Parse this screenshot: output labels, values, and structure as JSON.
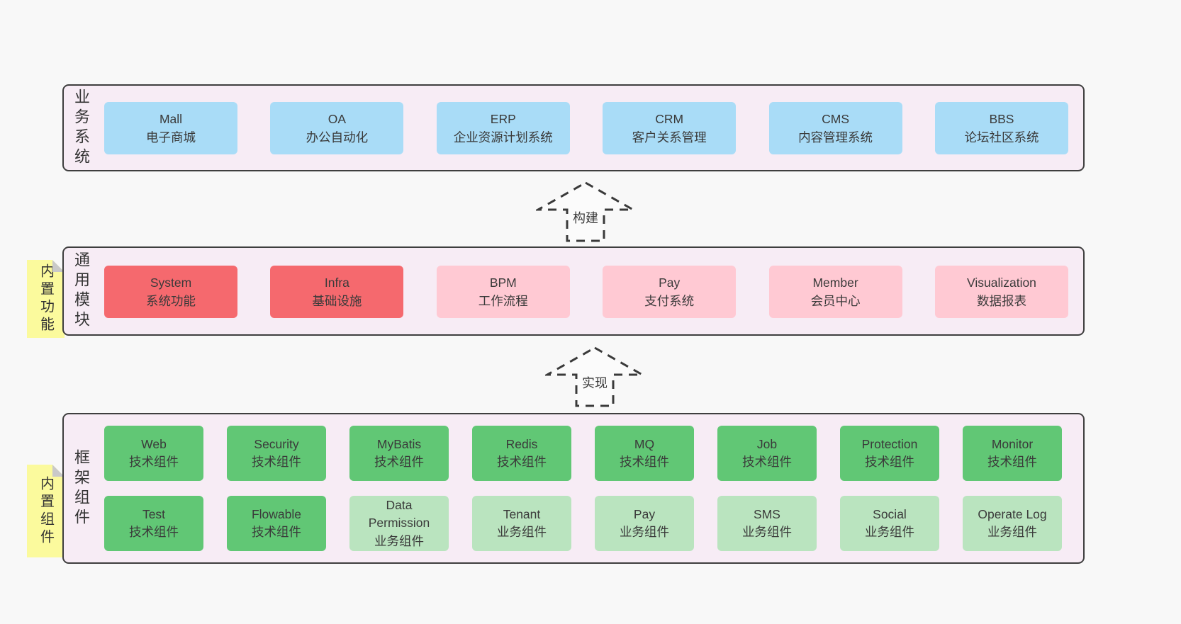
{
  "colors": {
    "page_bg": "#f8f8f8",
    "panel_bg": "#f7ecf5",
    "panel_border": "#3e3e3e",
    "box_blue": "#a9dcf7",
    "box_red": "#f5696e",
    "box_pink": "#ffc9d3",
    "box_green": "#61c775",
    "box_green_light": "#bae4bf",
    "note_yellow": "#fbfa9d",
    "note_fold_gray": "#c9c9c9",
    "text": "#383838"
  },
  "arrows": [
    {
      "label": "构建"
    },
    {
      "label": "实现"
    }
  ],
  "layers": [
    {
      "id": "business-systems",
      "label": "业务系统",
      "boxes": [
        {
          "name": "Mall",
          "desc": "电子商城"
        },
        {
          "name": "OA",
          "desc": "办公自动化"
        },
        {
          "name": "ERP",
          "desc": "企业资源计划系统"
        },
        {
          "name": "CRM",
          "desc": "客户关系管理"
        },
        {
          "name": "CMS",
          "desc": "内容管理系统"
        },
        {
          "name": "BBS",
          "desc": "论坛社区系统"
        }
      ]
    },
    {
      "id": "common-modules",
      "label": "通用模块",
      "note": "内置功能",
      "boxes": [
        {
          "name": "System",
          "desc": "系统功能"
        },
        {
          "name": "Infra",
          "desc": "基础设施"
        },
        {
          "name": "BPM",
          "desc": "工作流程"
        },
        {
          "name": "Pay",
          "desc": "支付系统"
        },
        {
          "name": "Member",
          "desc": "会员中心"
        },
        {
          "name": "Visualization",
          "desc": "数据报表"
        }
      ]
    },
    {
      "id": "framework-components",
      "label": "框架组件",
      "note": "内置组件",
      "rows": [
        [
          {
            "name": "Web",
            "desc": "技术组件"
          },
          {
            "name": "Security",
            "desc": "技术组件"
          },
          {
            "name": "MyBatis",
            "desc": "技术组件"
          },
          {
            "name": "Redis",
            "desc": "技术组件"
          },
          {
            "name": "MQ",
            "desc": "技术组件"
          },
          {
            "name": "Job",
            "desc": "技术组件"
          },
          {
            "name": "Protection",
            "desc": "技术组件"
          },
          {
            "name": "Monitor",
            "desc": "技术组件"
          }
        ],
        [
          {
            "name": "Test",
            "desc": "技术组件"
          },
          {
            "name": "Flowable",
            "desc": "技术组件"
          },
          {
            "name": "Data Permission",
            "desc": "业务组件"
          },
          {
            "name": "Tenant",
            "desc": "业务组件"
          },
          {
            "name": "Pay",
            "desc": "业务组件"
          },
          {
            "name": "SMS",
            "desc": "业务组件"
          },
          {
            "name": "Social",
            "desc": "业务组件"
          },
          {
            "name": "Operate Log",
            "desc": "业务组件"
          }
        ]
      ]
    }
  ]
}
